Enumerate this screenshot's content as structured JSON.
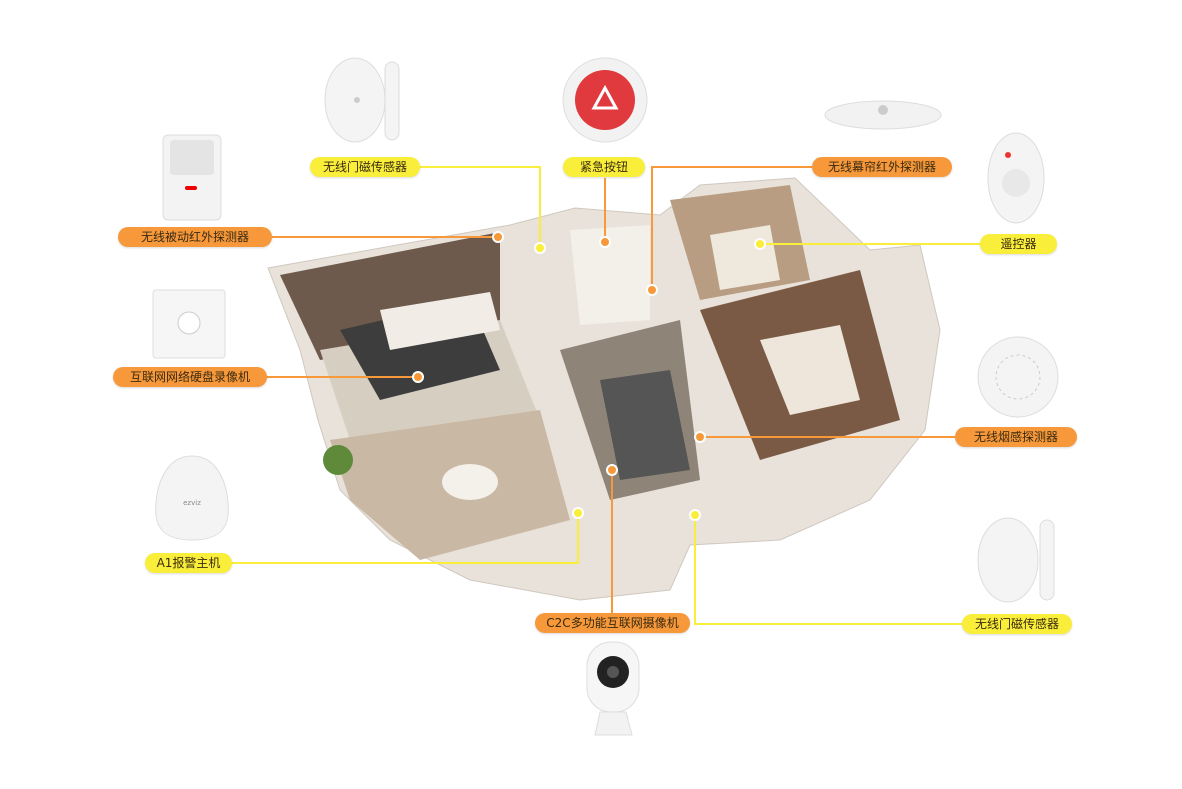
{
  "colors": {
    "orange": "#f7993a",
    "yellow": "#f9ef3a"
  },
  "labels": {
    "door_sensor_top": "无线门磁传感器",
    "panic_button": "紧急按钮",
    "curtain_detector": "无线幕帘红外探测器",
    "pir_detector": "无线被动红外探测器",
    "remote": "遥控器",
    "nvr": "互联网网络硬盘录像机",
    "smoke_detector": "无线烟感探测器",
    "alarm_hub": "A1报警主机",
    "camera": "C2C多功能互联网摄像机",
    "door_sensor_bottom": "无线门磁传感器"
  },
  "brand": "ezviz"
}
